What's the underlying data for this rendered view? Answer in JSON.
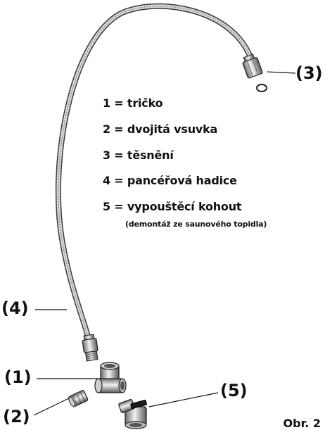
{
  "legend": {
    "items": [
      "1 = tričko",
      "2 = dvojitá vsuvka",
      "3 = těsnění",
      "4 = pancéřová hadice",
      "5 = vypouštěcí kohout"
    ],
    "note": "(demontáž ze saunového topidla)"
  },
  "callouts": {
    "c1": "(1)",
    "c2": "(2)",
    "c3": "(3)",
    "c4": "(4)",
    "c5": "(5)"
  },
  "figure_label": "Obr. 2",
  "colors": {
    "ink": "#111111",
    "hose": "#555555",
    "metal": "#bbbbbb"
  }
}
